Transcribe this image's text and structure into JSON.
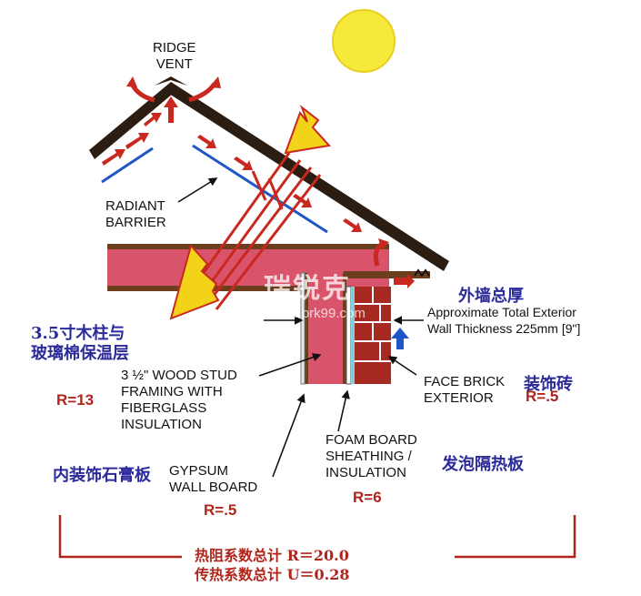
{
  "labels": {
    "ridge_vent": "RIDGE\nVENT",
    "radiant_barrier": "RADIANT\nBARRIER",
    "exterior_thickness_cn": "外墙总厚",
    "exterior_thickness": "Approximate Total Exterior\nWall Thickness 225mm [9\"]",
    "stud_cn": "3.5寸木柱与\n玻璃棉保温层",
    "stud": "3 ½\" WOOD STUD\nFRAMING WITH\nFIBERGLASS\nINSULATION",
    "stud_r": "R=13",
    "face_brick": "FACE BRICK\nEXTERIOR",
    "face_brick_cn": "装饰砖",
    "face_brick_r": "R=.5",
    "foam_board": "FOAM BOARD\nSHEATHING /\nINSULATION",
    "foam_board_cn": "发泡隔热板",
    "foam_board_r": "R=6",
    "gypsum_cn": "内装饰石膏板",
    "gypsum": "GYPSUM\nWALL BOARD",
    "gypsum_r": "R=.5"
  },
  "totals": {
    "r_line": "热阻系数总计 R＝20.0",
    "u_line": "传热系数总计 U＝0.28"
  },
  "watermark": {
    "logo": "瑞锐克",
    "url": "www.prk99.com"
  },
  "colors": {
    "roof": "#2b1d12",
    "insulation": "#d9546a",
    "wood": "#6b3f1e",
    "barrier": "#1f57c8",
    "arrow_red": "#c8281e",
    "sun": "#f7e93a",
    "sun_arrow": "#f3d21a",
    "brick": "#a62a22",
    "label_cn": "#2a2a9a",
    "value_red": "#b0251b"
  },
  "icons": [
    "sun-icon",
    "sun-ray-arrow-icon",
    "airflow-arrow-icon",
    "reflected-ray-arrow-icon"
  ]
}
